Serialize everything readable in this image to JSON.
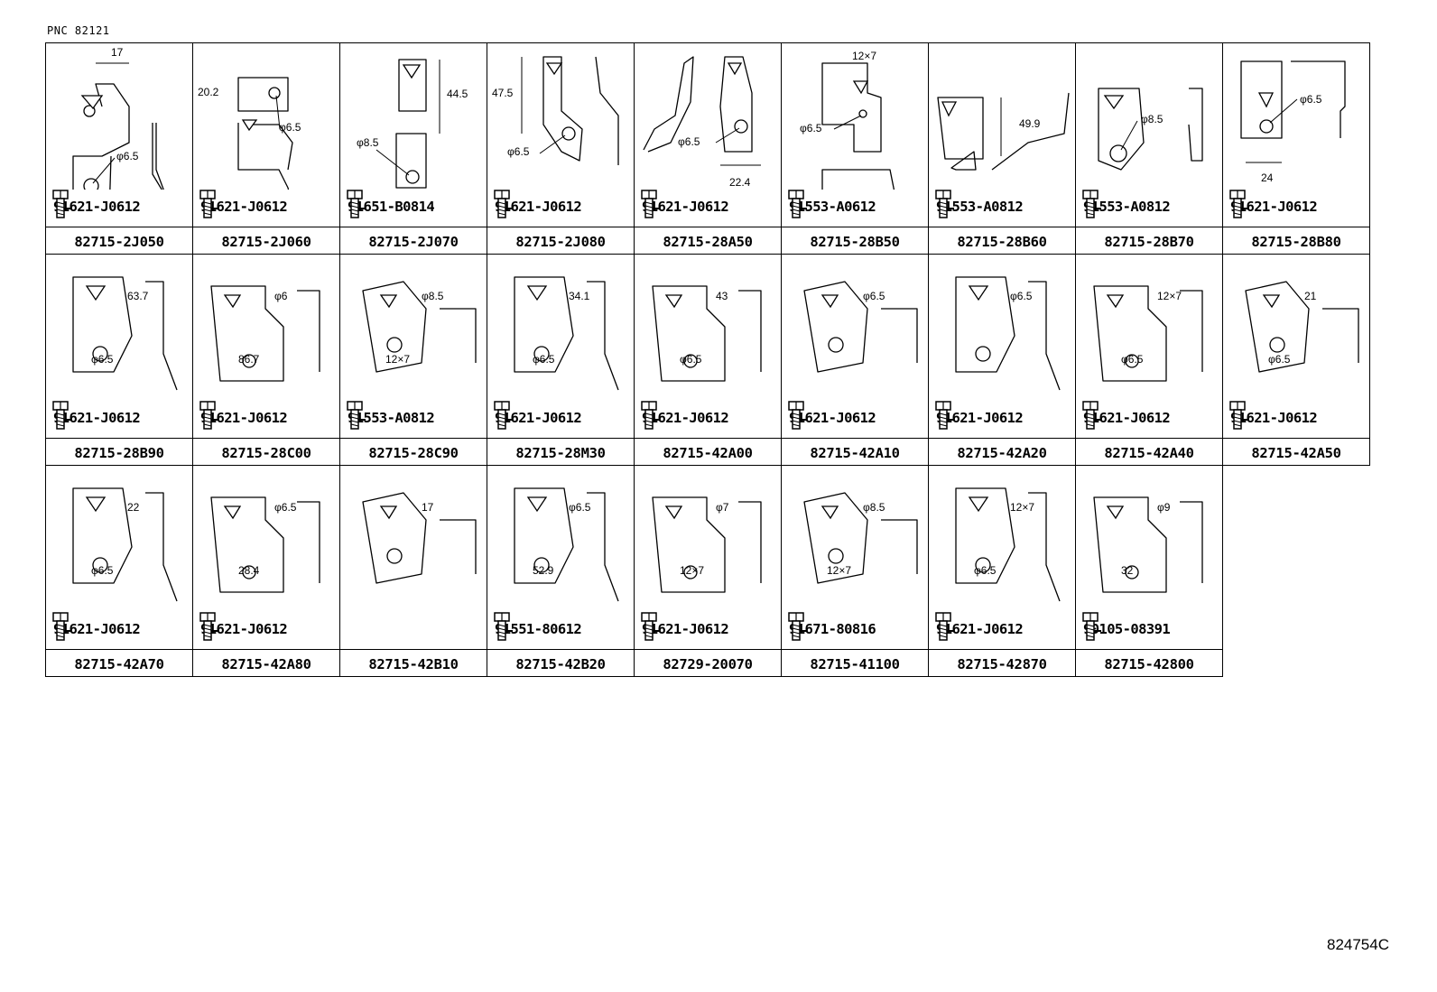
{
  "pnc": "PNC 82121",
  "diagram_id": "824754C",
  "cells": [
    {
      "part": "82715-2J050",
      "bolt": "91621-J0612",
      "dims": [
        "17",
        "φ6.5"
      ]
    },
    {
      "part": "82715-2J060",
      "bolt": "91621-J0612",
      "dims": [
        "20.2",
        "φ6.5"
      ]
    },
    {
      "part": "82715-2J070",
      "bolt": "91651-B0814",
      "dims": [
        "44.5",
        "φ8.5"
      ]
    },
    {
      "part": "82715-2J080",
      "bolt": "91621-J0612",
      "dims": [
        "47.5",
        "φ6.5"
      ]
    },
    {
      "part": "82715-28A50",
      "bolt": "91621-J0612",
      "dims": [
        "φ6.5",
        "22.4"
      ]
    },
    {
      "part": "82715-28B50",
      "bolt": "91553-A0612",
      "dims": [
        "12×7",
        "φ6.5"
      ]
    },
    {
      "part": "82715-28B60",
      "bolt": "91553-A0812",
      "dims": [
        "49.9"
      ]
    },
    {
      "part": "82715-28B70",
      "bolt": "91553-A0812",
      "dims": [
        "φ8.5"
      ]
    },
    {
      "part": "82715-28B80",
      "bolt": "91621-J0612",
      "dims": [
        "φ6.5",
        "24"
      ]
    },
    {
      "part": "82715-28B90",
      "bolt": "91621-J0612",
      "dims": [
        "63.7",
        "φ6.5"
      ]
    },
    {
      "part": "82715-28C00",
      "bolt": "91621-J0612",
      "dims": [
        "φ6",
        "86.7"
      ]
    },
    {
      "part": "82715-28C90",
      "bolt": "91553-A0812",
      "dims": [
        "φ8.5",
        "12×7"
      ]
    },
    {
      "part": "82715-28M30",
      "bolt": "91621-J0612",
      "dims": [
        "34.1",
        "φ6.5"
      ]
    },
    {
      "part": "82715-42A00",
      "bolt": "91621-J0612",
      "dims": [
        "43",
        "φ6.5"
      ]
    },
    {
      "part": "82715-42A10",
      "bolt": "91621-J0612",
      "dims": [
        "φ6.5"
      ]
    },
    {
      "part": "82715-42A20",
      "bolt": "91621-J0612",
      "dims": [
        "φ6.5"
      ]
    },
    {
      "part": "82715-42A40",
      "bolt": "91621-J0612",
      "dims": [
        "12×7",
        "φ6.5"
      ]
    },
    {
      "part": "82715-42A50",
      "bolt": "91621-J0612",
      "dims": [
        "21",
        "φ6.5"
      ]
    },
    {
      "part": "82715-42A70",
      "bolt": "91621-J0612",
      "dims": [
        "22",
        "φ6.5"
      ]
    },
    {
      "part": "82715-42A80",
      "bolt": "91621-J0612",
      "dims": [
        "φ6.5",
        "28.4"
      ]
    },
    {
      "part": "82715-42B10",
      "bolt": "",
      "dims": [
        "17"
      ]
    },
    {
      "part": "82715-42B20",
      "bolt": "91551-80612",
      "dims": [
        "φ6.5",
        "52.9"
      ]
    },
    {
      "part": "82729-20070",
      "bolt": "91621-J0612",
      "dims": [
        "φ7",
        "12×7"
      ]
    },
    {
      "part": "82715-41100",
      "bolt": "91671-80816",
      "dims": [
        "φ8.5",
        "12×7"
      ]
    },
    {
      "part": "82715-42870",
      "bolt": "91621-J0612",
      "dims": [
        "12×7",
        "φ6.5"
      ]
    },
    {
      "part": "82715-42800",
      "bolt": "90105-08391",
      "dims": [
        "φ9",
        "32"
      ]
    }
  ]
}
